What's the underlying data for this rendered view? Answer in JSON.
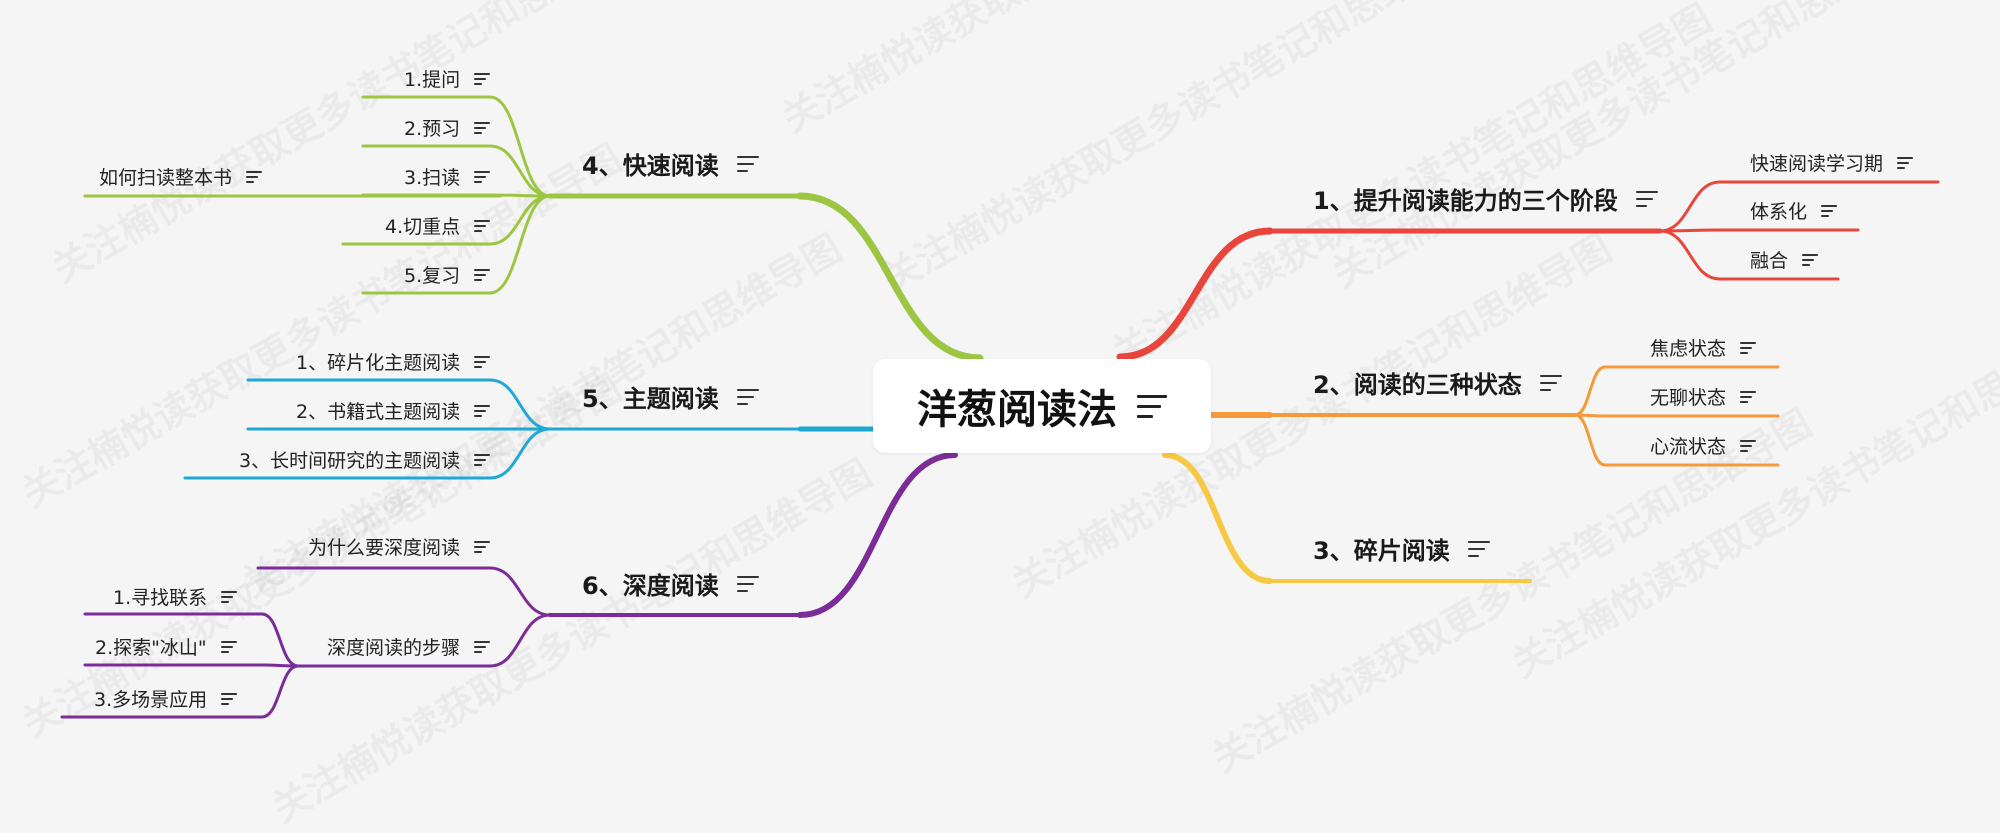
{
  "watermark": "关注楠悦读获取更多读书笔记和思维导图",
  "root": "洋葱阅读法",
  "branches": [
    {
      "title": "1、提升阅读能力的三个阶段",
      "color": "#e8453c",
      "children": [
        {
          "text": "快速阅读学习期"
        },
        {
          "text": "体系化"
        },
        {
          "text": "融合"
        }
      ]
    },
    {
      "title": "2、阅读的三种状态",
      "color": "#f39a3a",
      "children": [
        {
          "text": "焦虑状态"
        },
        {
          "text": "无聊状态"
        },
        {
          "text": "心流状态"
        }
      ]
    },
    {
      "title": "3、碎片阅读",
      "color": "#f7c843",
      "children": []
    },
    {
      "title": "4、快速阅读",
      "color": "#9cc642",
      "children": [
        {
          "text": "1.提问"
        },
        {
          "text": "2.预习"
        },
        {
          "text": "3.扫读",
          "children": [
            {
              "text": "如何扫读整本书"
            }
          ]
        },
        {
          "text": "4.切重点"
        },
        {
          "text": "5.复习"
        }
      ]
    },
    {
      "title": "5、主题阅读",
      "color": "#1fa8d6",
      "children": [
        {
          "text": "1、碎片化主题阅读"
        },
        {
          "text": "2、书籍式主题阅读"
        },
        {
          "text": "3、长时间研究的主题阅读"
        }
      ]
    },
    {
      "title": "6、深度阅读",
      "color": "#7b2c97",
      "children": [
        {
          "text": "为什么要深度阅读"
        },
        {
          "text": "深度阅读的步骤",
          "children": [
            {
              "text": "1.寻找联系"
            },
            {
              "text": "2.探索\"冰山\""
            },
            {
              "text": "3.多场景应用"
            }
          ]
        }
      ]
    }
  ]
}
